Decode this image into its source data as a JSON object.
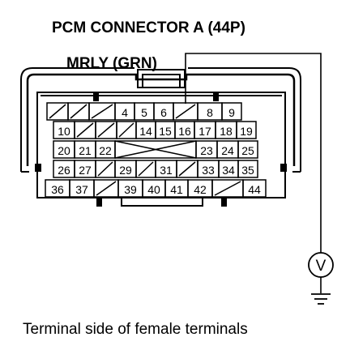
{
  "title": "PCM CONNECTOR A (44P)",
  "wire_label": "MRLY (GRN)",
  "caption": "Terminal side of female terminals",
  "meter_symbol": "V",
  "rows": [
    [
      null,
      null,
      null,
      "4",
      "5",
      "6",
      null,
      "8",
      "9"
    ],
    [
      "10",
      null,
      null,
      null,
      "14",
      "15",
      "16",
      "17",
      "18",
      "19"
    ],
    [
      "20",
      "21",
      "22",
      "23",
      "24",
      "25"
    ],
    [
      "26",
      "27",
      null,
      "29",
      null,
      "31",
      null,
      "33",
      "34",
      "35"
    ],
    [
      "36",
      "37",
      null,
      "39",
      "40",
      "41",
      "42",
      null,
      "44"
    ]
  ],
  "probe_terminal": "6"
}
